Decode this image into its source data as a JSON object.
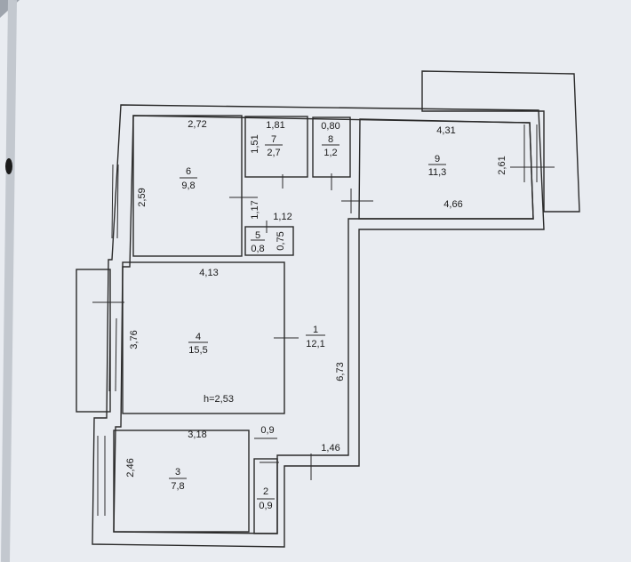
{
  "paper_color": "#e9ecf1",
  "line_color": "#2a2a2a",
  "rooms": [
    {
      "number": "1",
      "area": "12,1"
    },
    {
      "number": "2",
      "area": "0,9"
    },
    {
      "number": "3",
      "area": "7,8"
    },
    {
      "number": "4",
      "area": "15,5"
    },
    {
      "number": "5",
      "area": "0,8"
    },
    {
      "number": "6",
      "area": "9,8"
    },
    {
      "number": "7",
      "area": "2,7"
    },
    {
      "number": "8",
      "area": "1,2"
    },
    {
      "number": "9",
      "area": "11,3"
    }
  ],
  "dimensions": {
    "room6_width": "2,72",
    "room6_height": "2,59",
    "room7_width": "1,81",
    "room7_height": "1,51",
    "room8_width": "0,80",
    "room9_width": "4,31",
    "room9_height": "2,61",
    "room9_bottom": "4,66",
    "corridor_width": "1,12",
    "corridor_left": "1,17",
    "room5_height": "0,75",
    "room4_width": "4,13",
    "room4_height": "3,76",
    "ceiling_height": "h=2,53",
    "corridor_length": "6,73",
    "room3_width": "3,18",
    "room3_height": "2,46",
    "room2_width": "0,9",
    "hall_width": "1,46"
  }
}
